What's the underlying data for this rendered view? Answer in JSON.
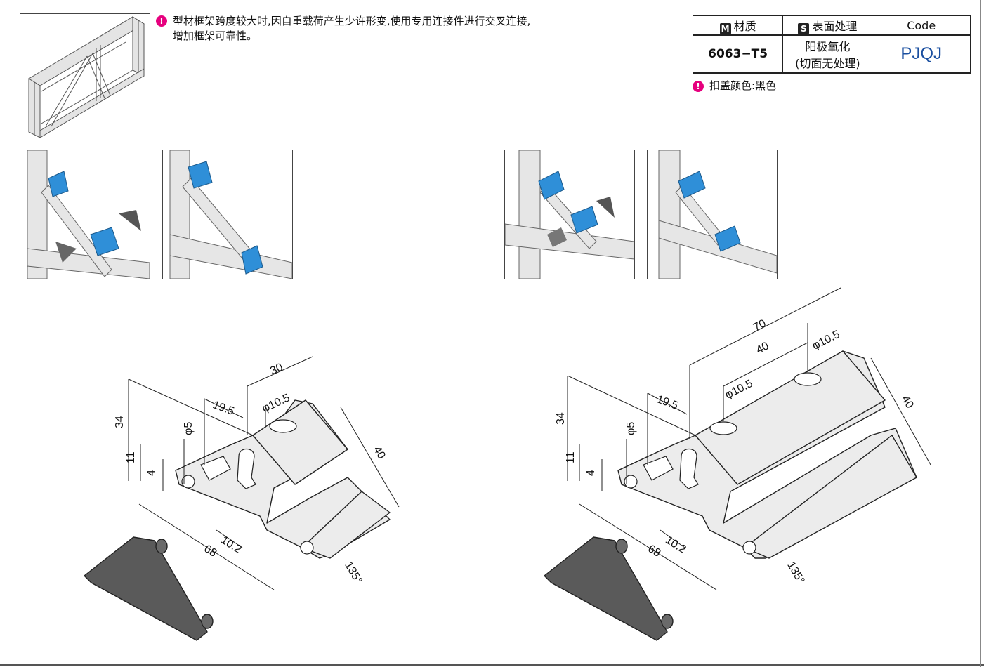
{
  "note_main": {
    "line1": "型材框架跨度较大时,因自重载荷产生少许形变,使用专用连接件进行交叉连接,",
    "line2": "增加框架可靠性。"
  },
  "spec_table": {
    "headers": {
      "material_badge": "M",
      "material": "材质",
      "surface_badge": "S",
      "surface": "表面处理",
      "code": "Code"
    },
    "material_value": "6063−T5",
    "surface_line1": "阳极氧化",
    "surface_line2": "(切面无处理)",
    "code_value": "PJQJ"
  },
  "note_cover": "扣盖颜色:黑色",
  "drawing_left": {
    "dims": [
      "34",
      "11",
      "4",
      "φ5",
      "19.5",
      "30",
      "φ10.5",
      "40",
      "68",
      "10.2",
      "135°"
    ]
  },
  "drawing_right": {
    "dims": [
      "34",
      "11",
      "4",
      "φ5",
      "19.5",
      "70",
      "40",
      "φ10.5",
      "φ10.5",
      "40",
      "68",
      "10.2",
      "135°"
    ]
  },
  "colors": {
    "accent_note": "#e6007e",
    "code_blue": "#1a4fa0",
    "part_blue": "#2f8fd8"
  }
}
